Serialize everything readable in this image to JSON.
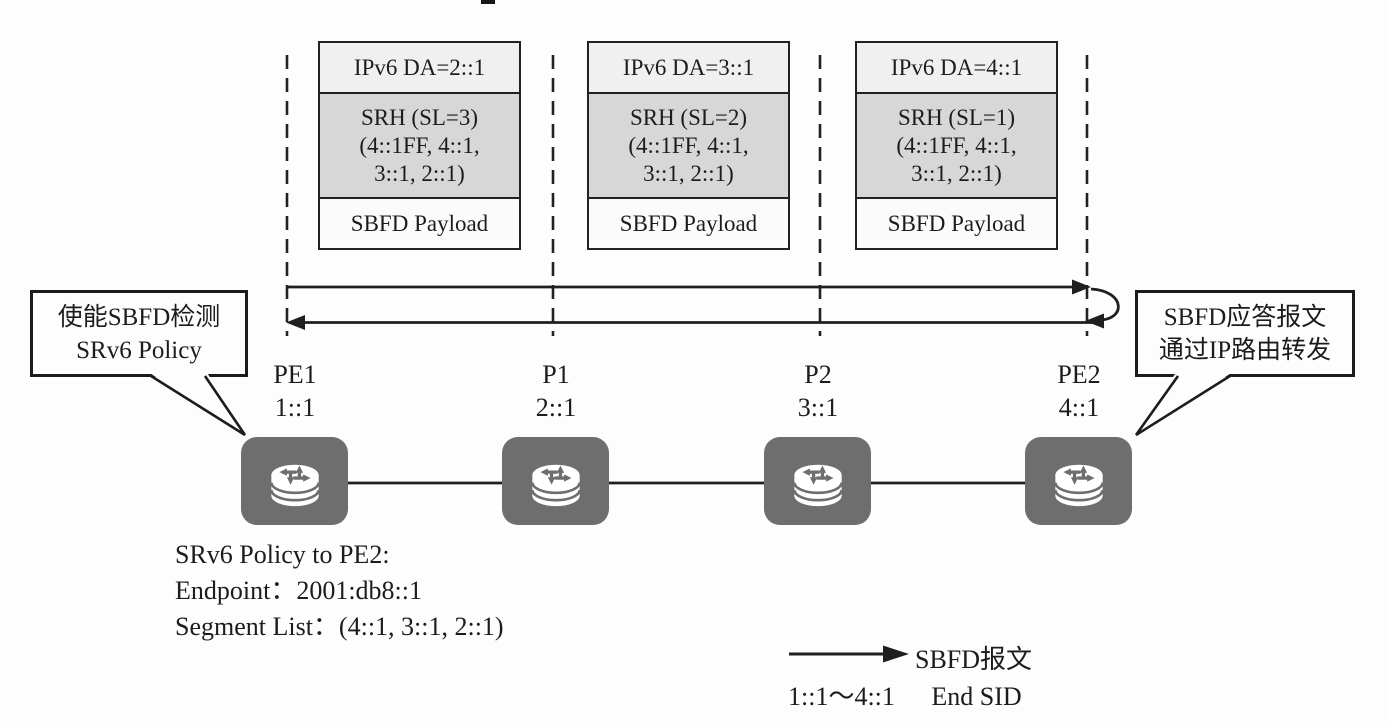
{
  "packets": [
    {
      "da": "IPv6 DA=2::1",
      "srh1": "SRH (SL=3)",
      "srh2": "(4::1FF, 4::1,",
      "srh3": "3::1, 2::1)",
      "payload": "SBFD Payload"
    },
    {
      "da": "IPv6 DA=3::1",
      "srh1": "SRH (SL=2)",
      "srh2": "(4::1FF, 4::1,",
      "srh3": "3::1, 2::1)",
      "payload": "SBFD Payload"
    },
    {
      "da": "IPv6 DA=4::1",
      "srh1": "SRH (SL=1)",
      "srh2": "(4::1FF, 4::1,",
      "srh3": "3::1, 2::1)",
      "payload": "SBFD Payload"
    }
  ],
  "callouts": {
    "left": {
      "line1": "使能SBFD检测",
      "line2": "SRv6 Policy"
    },
    "right": {
      "line1": "SBFD应答报文",
      "line2": "通过IP路由转发"
    }
  },
  "routers": [
    {
      "name": "PE1",
      "sid": "1::1"
    },
    {
      "name": "P1",
      "sid": "2::1"
    },
    {
      "name": "P2",
      "sid": "3::1"
    },
    {
      "name": "PE2",
      "sid": "4::1"
    }
  ],
  "policy": {
    "line1": "SRv6 Policy to PE2:",
    "line2": "Endpoint：2001:db8::1",
    "line3": "Segment List：(4::1, 3::1, 2::1)"
  },
  "legend": {
    "arrow_label": "SBFD报文",
    "sid_range": "1::1～4::1",
    "sid_label": "End SID"
  },
  "colors": {
    "router_fill": "#6e6e6e",
    "srh_fill": "#d7d7d7",
    "da_fill": "#f0f0f0",
    "payload_fill": "#fbfbfb",
    "line": "#1f1f1f",
    "background": "#fdfdfd"
  }
}
